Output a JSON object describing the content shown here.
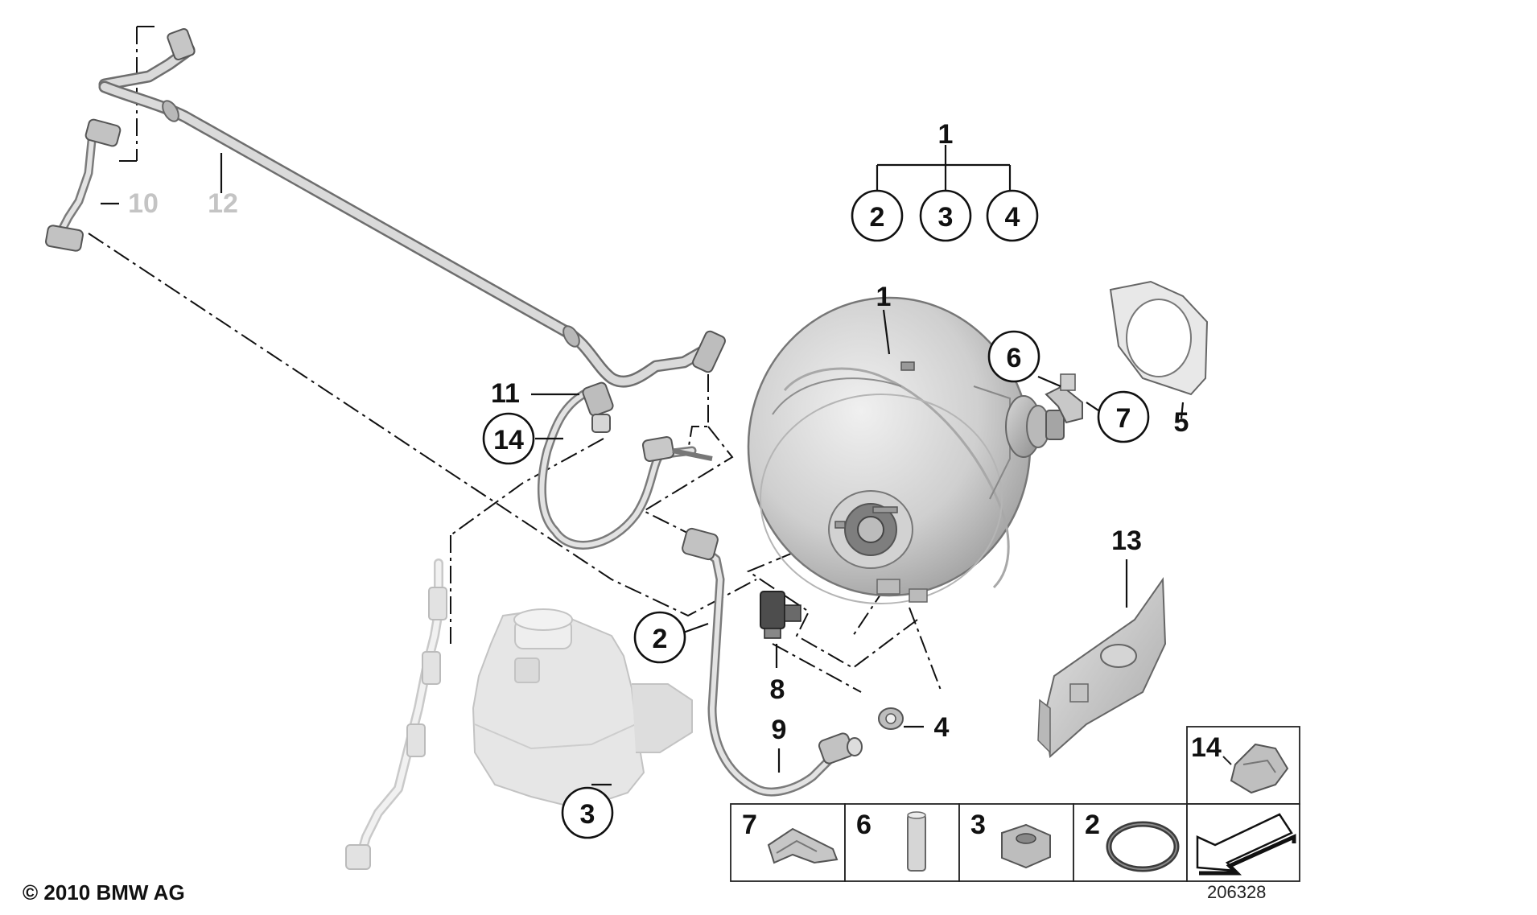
{
  "callouts": {
    "group": {
      "head": "1",
      "a": "2",
      "b": "3",
      "c": "4"
    },
    "main": {
      "booster": "1",
      "pin_circle": "6",
      "clip_circle": "7",
      "gasket": "5",
      "bracket": "13",
      "hose_upper": "11",
      "clamp_circle": "14",
      "ghost_10": "10",
      "ghost_12": "12",
      "line_circle": "2",
      "sensor": "8",
      "vac_line": "9",
      "nut": "4",
      "reservoir_circle": "3"
    }
  },
  "parts_table": {
    "cells": [
      {
        "number": "7",
        "part": "clip"
      },
      {
        "number": "6",
        "part": "pin"
      },
      {
        "number": "3",
        "part": "nut"
      },
      {
        "number": "2",
        "part": "o-ring"
      },
      {
        "number": "",
        "part": "arrow"
      }
    ],
    "top_cell": {
      "number": "14",
      "part": "clamp"
    }
  },
  "footer": {
    "copyright": "© 2010 BMW AG",
    "diagram_number": "206328"
  }
}
